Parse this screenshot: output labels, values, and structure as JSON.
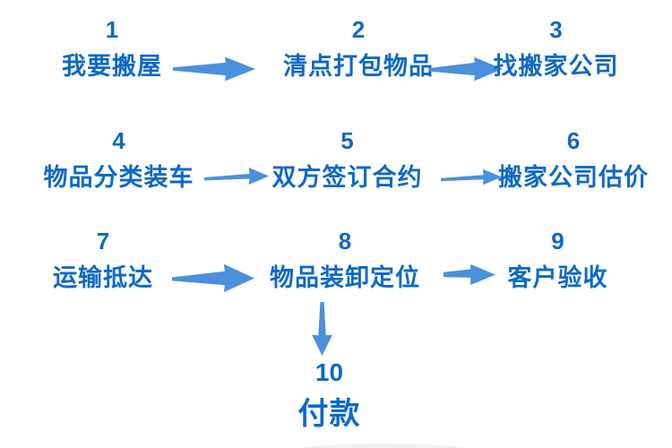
{
  "diagram": {
    "name": "moving-house-process-flowchart",
    "colors": {
      "text": "#0d69c8",
      "arrow": "#4a90dc",
      "background": "#ffffff"
    },
    "steps": [
      {
        "number": "1",
        "label": "我要搬屋"
      },
      {
        "number": "2",
        "label": "清点打包物品"
      },
      {
        "number": "3",
        "label": "找搬家公司"
      },
      {
        "number": "4",
        "label": "物品分类装车"
      },
      {
        "number": "5",
        "label": "双方签订合约"
      },
      {
        "number": "6",
        "label": "搬家公司估价"
      },
      {
        "number": "7",
        "label": "运输抵达"
      },
      {
        "number": "8",
        "label": "物品装卸定位"
      },
      {
        "number": "9",
        "label": "客户验收"
      },
      {
        "number": "10",
        "label": "付款"
      }
    ],
    "connections": [
      {
        "from": "1",
        "to": "2",
        "direction": "right"
      },
      {
        "from": "2",
        "to": "3",
        "direction": "right"
      },
      {
        "from": "4",
        "to": "5",
        "direction": "right"
      },
      {
        "from": "5",
        "to": "6",
        "direction": "right"
      },
      {
        "from": "7",
        "to": "8",
        "direction": "right"
      },
      {
        "from": "8",
        "to": "9",
        "direction": "right"
      },
      {
        "from": "8",
        "to": "10",
        "direction": "down"
      }
    ]
  }
}
